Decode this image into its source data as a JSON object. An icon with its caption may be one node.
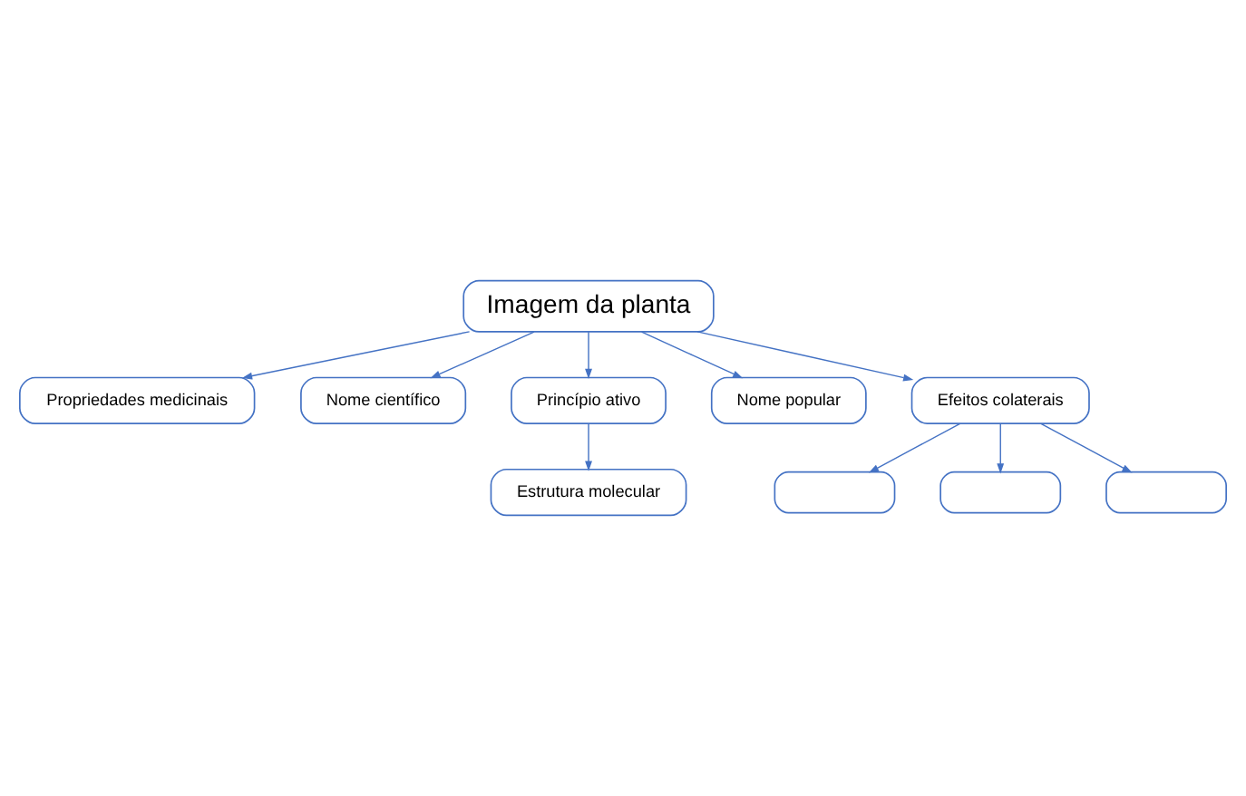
{
  "diagram": {
    "nodes": [
      {
        "text": [
          "Imagem da planta"
        ]
      },
      {
        "text": [
          "Propriedades medicinais"
        ]
      },
      {
        "text": [
          "Nome científico"
        ]
      },
      {
        "text": [
          "Princípio ativo"
        ]
      },
      {
        "text": [
          "Estrutura molecular"
        ]
      },
      {
        "text": [
          "Nome popular"
        ]
      },
      {
        "text": [
          "Efeitos colaterais"
        ]
      },
      {
        "text": [],
        "shape": "box"
      },
      {
        "text": [],
        "shape": "box"
      },
      {
        "text": [],
        "shape": "box"
      }
    ],
    "edges": [
      {
        "from": 0,
        "to": 1,
        "arrow": "to"
      },
      {
        "from": 0,
        "to": 2,
        "arrow": "to"
      },
      {
        "from": 0,
        "to": 3,
        "arrow": "to"
      },
      {
        "from": 3,
        "to": 4,
        "arrow": "to"
      },
      {
        "from": 0,
        "to": 5,
        "arrow": "to"
      },
      {
        "from": 0,
        "to": 6,
        "arrow": "to"
      },
      {
        "from": 6,
        "to": 7,
        "arrow": "to"
      },
      {
        "from": 6,
        "to": 8,
        "arrow": "to"
      },
      {
        "from": 6,
        "to": 9,
        "arrow": "to"
      }
    ]
  }
}
